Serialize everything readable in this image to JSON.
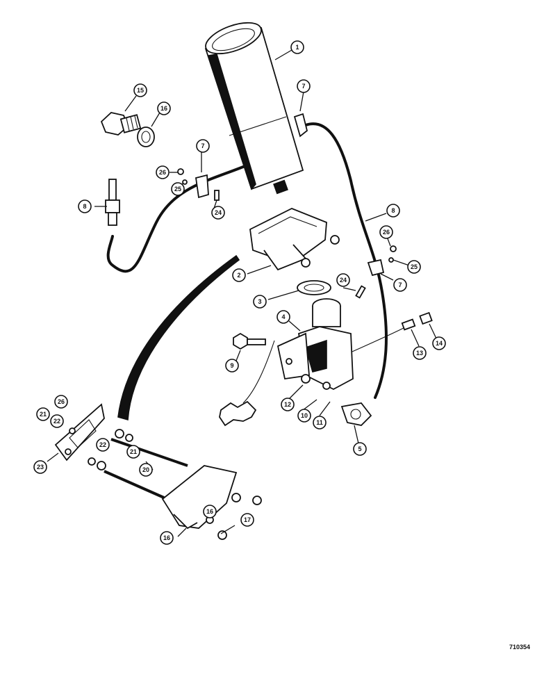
{
  "figure": {
    "ref_code": "710354"
  },
  "callouts": [
    {
      "id": "c1",
      "label": "1"
    },
    {
      "id": "c2",
      "label": "2"
    },
    {
      "id": "c3",
      "label": "3"
    },
    {
      "id": "c4",
      "label": "4"
    },
    {
      "id": "c5",
      "label": "5"
    },
    {
      "id": "c6a",
      "label": "8"
    },
    {
      "id": "c6b",
      "label": "8"
    },
    {
      "id": "c7a",
      "label": "7"
    },
    {
      "id": "c7b",
      "label": "7"
    },
    {
      "id": "c7c",
      "label": "7"
    },
    {
      "id": "c9",
      "label": "9"
    },
    {
      "id": "c10",
      "label": "10"
    },
    {
      "id": "c11",
      "label": "11"
    },
    {
      "id": "c12",
      "label": "12"
    },
    {
      "id": "c13",
      "label": "13"
    },
    {
      "id": "c14",
      "label": "14"
    },
    {
      "id": "c15",
      "label": "15"
    },
    {
      "id": "c16a",
      "label": "16"
    },
    {
      "id": "c16b",
      "label": "16"
    },
    {
      "id": "c16c",
      "label": "16"
    },
    {
      "id": "c17",
      "label": "17"
    },
    {
      "id": "c20",
      "label": "20"
    },
    {
      "id": "c21a",
      "label": "21"
    },
    {
      "id": "c21b",
      "label": "21"
    },
    {
      "id": "c22a",
      "label": "22"
    },
    {
      "id": "c22b",
      "label": "22"
    },
    {
      "id": "c23",
      "label": "23"
    },
    {
      "id": "c24a",
      "label": "24"
    },
    {
      "id": "c24b",
      "label": "24"
    },
    {
      "id": "c25a",
      "label": "25"
    },
    {
      "id": "c25b",
      "label": "25"
    },
    {
      "id": "c26a",
      "label": "26"
    },
    {
      "id": "c26b",
      "label": "26"
    },
    {
      "id": "c26c",
      "label": "26"
    }
  ]
}
